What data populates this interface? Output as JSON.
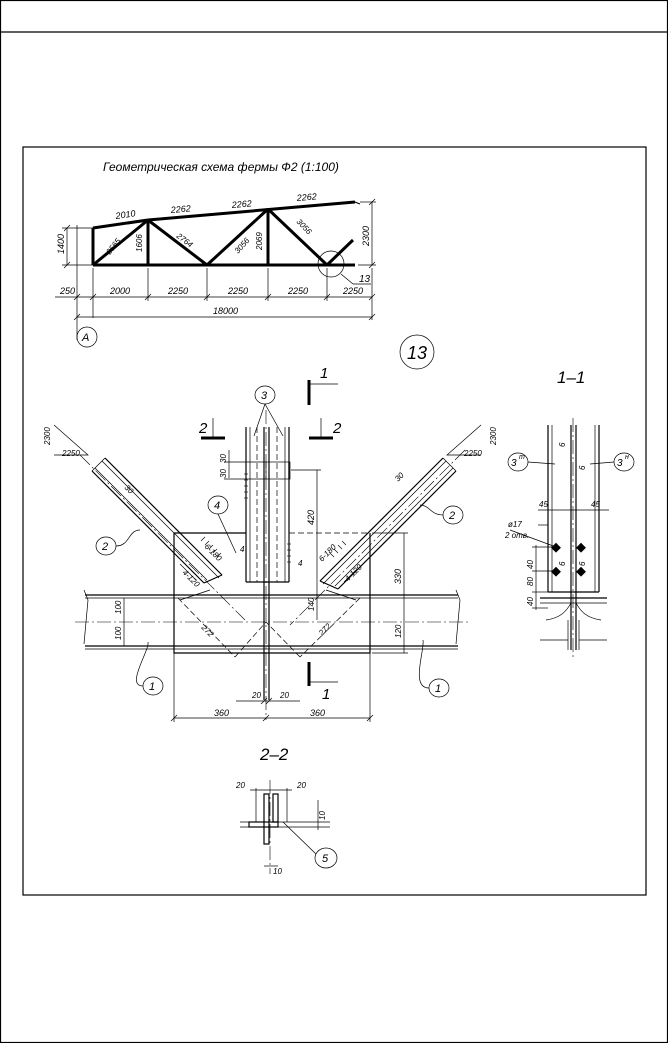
{
  "truss": {
    "title": "Геометрическая схема фермы Ф2 (1:100)",
    "top_chords": [
      "2010",
      "2262",
      "2262",
      "2262"
    ],
    "diagonals": [
      "2565",
      "2764",
      "3056",
      "3056"
    ],
    "verticals": [
      "1606",
      "2069"
    ],
    "left_height": "1400",
    "right_height": "2300",
    "node_callout": "13",
    "spans": [
      "250",
      "2000",
      "2250",
      "2250",
      "2250",
      "2250"
    ],
    "total": "18000",
    "axis_mark": "A"
  },
  "node": {
    "label": "13",
    "section_1": "1",
    "section_2": "2",
    "slope_left": [
      "2300",
      "2250"
    ],
    "slope_right": [
      "2300",
      "2250"
    ],
    "parts": [
      "1",
      "1",
      "2",
      "2",
      "3",
      "4",
      "5"
    ],
    "welds": [
      "6-180",
      "4-120",
      "6-180",
      "4-120",
      "4",
      "4"
    ],
    "dims": {
      "d30a": "30",
      "d30b": "30",
      "d420": "420",
      "d330": "330",
      "d140": "140",
      "d120": "120",
      "d100a": "100",
      "d100b": "100",
      "d272a": "272",
      "d272b": "272",
      "d20a": "20",
      "d20b": "20",
      "d360a": "360",
      "d360b": "360",
      "d30c": "30",
      "d30d": "30"
    }
  },
  "section11": {
    "title": "1–1",
    "left_part": "3",
    "left_sup": "т",
    "right_part": "3",
    "right_sup": "н",
    "d45a": "45",
    "d45b": "45",
    "hole": "ø17",
    "hole_count": "2 отв.",
    "d40a": "40",
    "d80": "80",
    "d40b": "40",
    "w6a": "6",
    "w6b": "6",
    "w6c": "6",
    "w6d": "6"
  },
  "section22": {
    "title": "2–2",
    "d20a": "20",
    "d20b": "20",
    "d10a": "10",
    "d10b": "10",
    "part": "5"
  }
}
